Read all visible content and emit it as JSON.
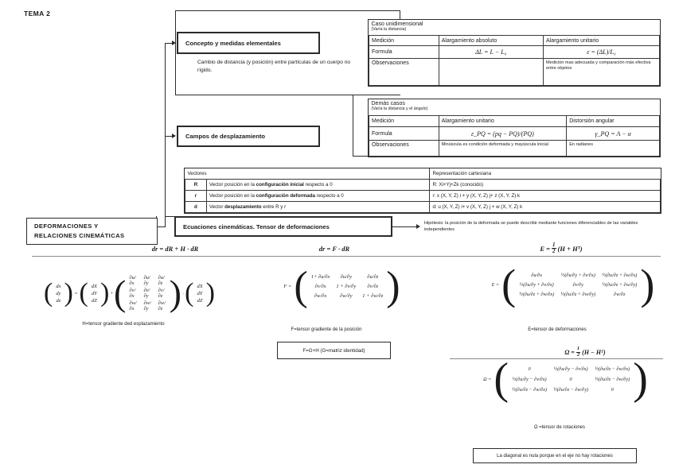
{
  "page": {
    "topic_label": "TEMA 2"
  },
  "nodes": {
    "concepto": {
      "title": "Concepto y medidas elementales",
      "body": "Cambio de distancia (y posición) entre partículas de un cuerpo no rígido."
    },
    "campos": {
      "title": "Campos de desplazamiento"
    },
    "root": {
      "line1": "DEFORMACIONES Y",
      "line2": "RELACIONES CINEMÁTICAS"
    },
    "ecuaciones": {
      "title": "Ecuaciones cinemáticas. Tensor de deformaciones"
    },
    "hipotesis": {
      "text": "Hipótesis: la posición de la deformada se puede describir mediante funciones diferenciables de las variables independientes"
    }
  },
  "tables": {
    "unidimensional": {
      "header": "Caso unidimensional",
      "subheader": "(Varía la distancia)",
      "rows": [
        {
          "label": "Medición",
          "col1": "Alargamiento absoluto",
          "col2": "Alargamiento unitario"
        },
        {
          "label": "Formula",
          "col1": "ΔL = L − L₀",
          "col2": "ε = (ΔL)/L₀"
        },
        {
          "label": "Observaciones",
          "col1": "",
          "col2": "Medición mas adecuada y comparación más efectiva entre objetos"
        }
      ]
    },
    "demas_casos": {
      "header": "Demás casos",
      "subheader": "(Varía la distancia y el ángulo)",
      "rows": [
        {
          "label": "Medición",
          "col1": "Alargamiento unitario",
          "col2": "Distorsión angular"
        },
        {
          "label": "Formula",
          "col1": "ε_PQ = (pq − PQ)/(PQ)",
          "col2": "γ_PQ = A − α"
        },
        {
          "label": "Observaciones",
          "col1": "Minúscula es condición deformada y mayúscula inicial",
          "col2": "En radianes"
        }
      ]
    },
    "vectores": {
      "header_left": "Vectores",
      "header_right": "Representación cartesiana",
      "rows": [
        {
          "sym": "R",
          "desc_pre": "Vector posición en la ",
          "desc_bold": "configuración inicial",
          "desc_post": " respecto a 0",
          "cart": "R: Xi+Yj+Zk (conocido)"
        },
        {
          "sym": "r",
          "desc_pre": "Vector posición en la ",
          "desc_bold": "configuración deformada",
          "desc_post": " respecto a 0",
          "cart": "r: x (X, Y, Z) i + y (X, Y, Z) j+ z (X, Y, Z) k"
        },
        {
          "sym": "d",
          "desc_pre": "Vector ",
          "desc_bold": "desplazamiento",
          "desc_post": " entre R y r",
          "cart": "d: u (X, Y, Z) i+ v (X, Y, Z) j + w (X, Y, Z) k"
        }
      ]
    }
  },
  "equations": {
    "eq_dr_H": "dr = dR + H · dR",
    "eq_dr_F": "dr = F · dR",
    "eq_E": {
      "lhs": "E =",
      "num": "1",
      "den": "2",
      "rhs": "(H + Hᵀ)"
    },
    "eq_Omega": {
      "lhs": "Ω =",
      "num": "1",
      "den": "2",
      "rhs": "(H − Hᵀ)"
    }
  },
  "captions": {
    "H": "H=tensor gradiente ded esplazamiento",
    "F": "F=tensor gradiente de la posición",
    "E": "E=tensor de deformaciones",
    "Omega": "Ω =tensor de rotaciones"
  },
  "notes": {
    "fgh": "F=G+H (G=matriz identidad)",
    "diagonal": "La diagonal es nula porque en el eje no hay rotaciones"
  },
  "matrices": {
    "H_eq": {
      "left_vec": [
        "dx",
        "dy",
        "dz"
      ],
      "mid_vec": [
        "dX",
        "dY",
        "dZ"
      ],
      "right_vec": [
        "dX",
        "dY",
        "dZ"
      ],
      "cells": [
        [
          "∂u/∂x",
          "∂u/∂y",
          "∂u/∂z"
        ],
        [
          "∂v/∂x",
          "∂v/∂y",
          "∂v/∂z"
        ],
        [
          "∂w/∂x",
          "∂w/∂y",
          "∂w/∂z"
        ]
      ]
    },
    "F": {
      "label": "F =",
      "cells": [
        [
          "1+ ∂u/∂x",
          "∂u/∂y",
          "∂u/∂z"
        ],
        [
          "∂v/∂x",
          "1 + ∂v/∂y",
          "∂v/∂z"
        ],
        [
          "∂w/∂x",
          "∂w/∂y",
          "1 + ∂w/∂z"
        ]
      ]
    },
    "E": {
      "label": "E =",
      "cells": [
        [
          "∂u/∂x",
          "½(∂u/∂y + ∂v/∂x)",
          "½(∂u/∂z + ∂w/∂x)"
        ],
        [
          "½(∂u/∂y + ∂v/∂x)",
          "∂v/∂y",
          "½(∂u/∂z + ∂w/∂y)"
        ],
        [
          "½(∂u/∂z + ∂w/∂x)",
          "½(∂u/∂z + ∂w/∂y)",
          "∂w/∂z"
        ]
      ]
    },
    "Omega": {
      "label": "Ω =",
      "cells": [
        [
          "0",
          "½(∂u/∂y − ∂v/∂x)",
          "½(∂u/∂z − ∂w/∂x)"
        ],
        [
          "½(∂u/∂y − ∂v/∂x)",
          "0",
          "½(∂u/∂z − ∂w/∂y)"
        ],
        [
          "½(∂u/∂z − ∂w/∂x)",
          "½(∂u/∂z − ∂w/∂y)",
          "0"
        ]
      ]
    }
  }
}
